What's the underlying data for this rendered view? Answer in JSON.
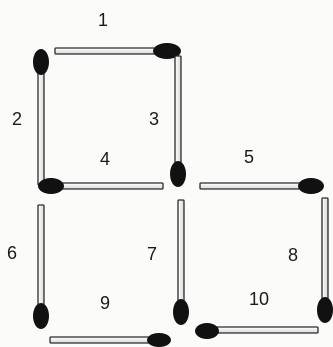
{
  "figure": {
    "labels": [
      "1",
      "2",
      "3",
      "4",
      "5",
      "6",
      "7",
      "8",
      "9",
      "10"
    ],
    "colors": {
      "stick_outline": "#2b2b2b",
      "stick_fill": "#f2f2f2",
      "head": "#111111",
      "text": "#1a1a1a"
    }
  }
}
